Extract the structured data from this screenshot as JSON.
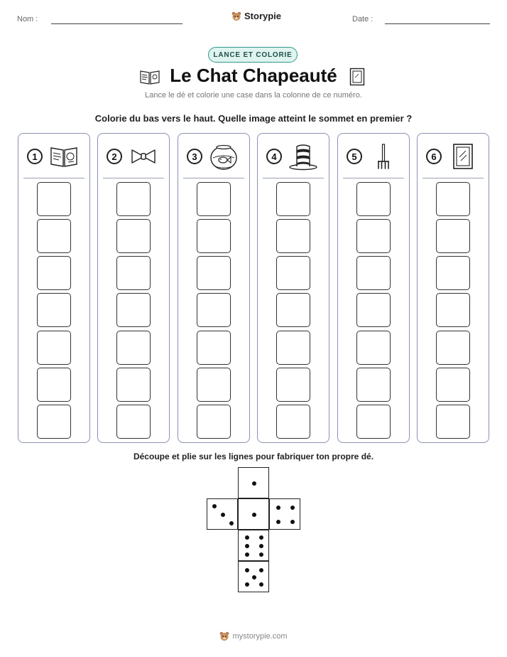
{
  "header": {
    "name_label": "Nom :",
    "date_label": "Date :",
    "brand": "Storypie"
  },
  "tag": "LANCE ET COLORIE",
  "title": "Le Chat Chapeauté",
  "subtitle": "Lance le dé et colorie une case dans la colonne de ce numéro.",
  "instruction_color": "Colorie du bas vers le haut. Quelle image atteint le sommet en premier ?",
  "instruction_cut": "Découpe et plie sur les lignes pour fabriquer ton propre dé.",
  "columns": [
    {
      "number": "1",
      "icon": "open-book-icon"
    },
    {
      "number": "2",
      "icon": "bow-tie-icon"
    },
    {
      "number": "3",
      "icon": "fishbowl-icon"
    },
    {
      "number": "4",
      "icon": "striped-hat-icon"
    },
    {
      "number": "5",
      "icon": "rake-icon"
    },
    {
      "number": "6",
      "icon": "picture-frame-icon"
    }
  ],
  "boxes_per_column": 7,
  "colors": {
    "accent": "#2e9a8e",
    "accent_bg": "#dff3ef",
    "column_border": "#8b93b0"
  },
  "footer": "mystorypie.com"
}
